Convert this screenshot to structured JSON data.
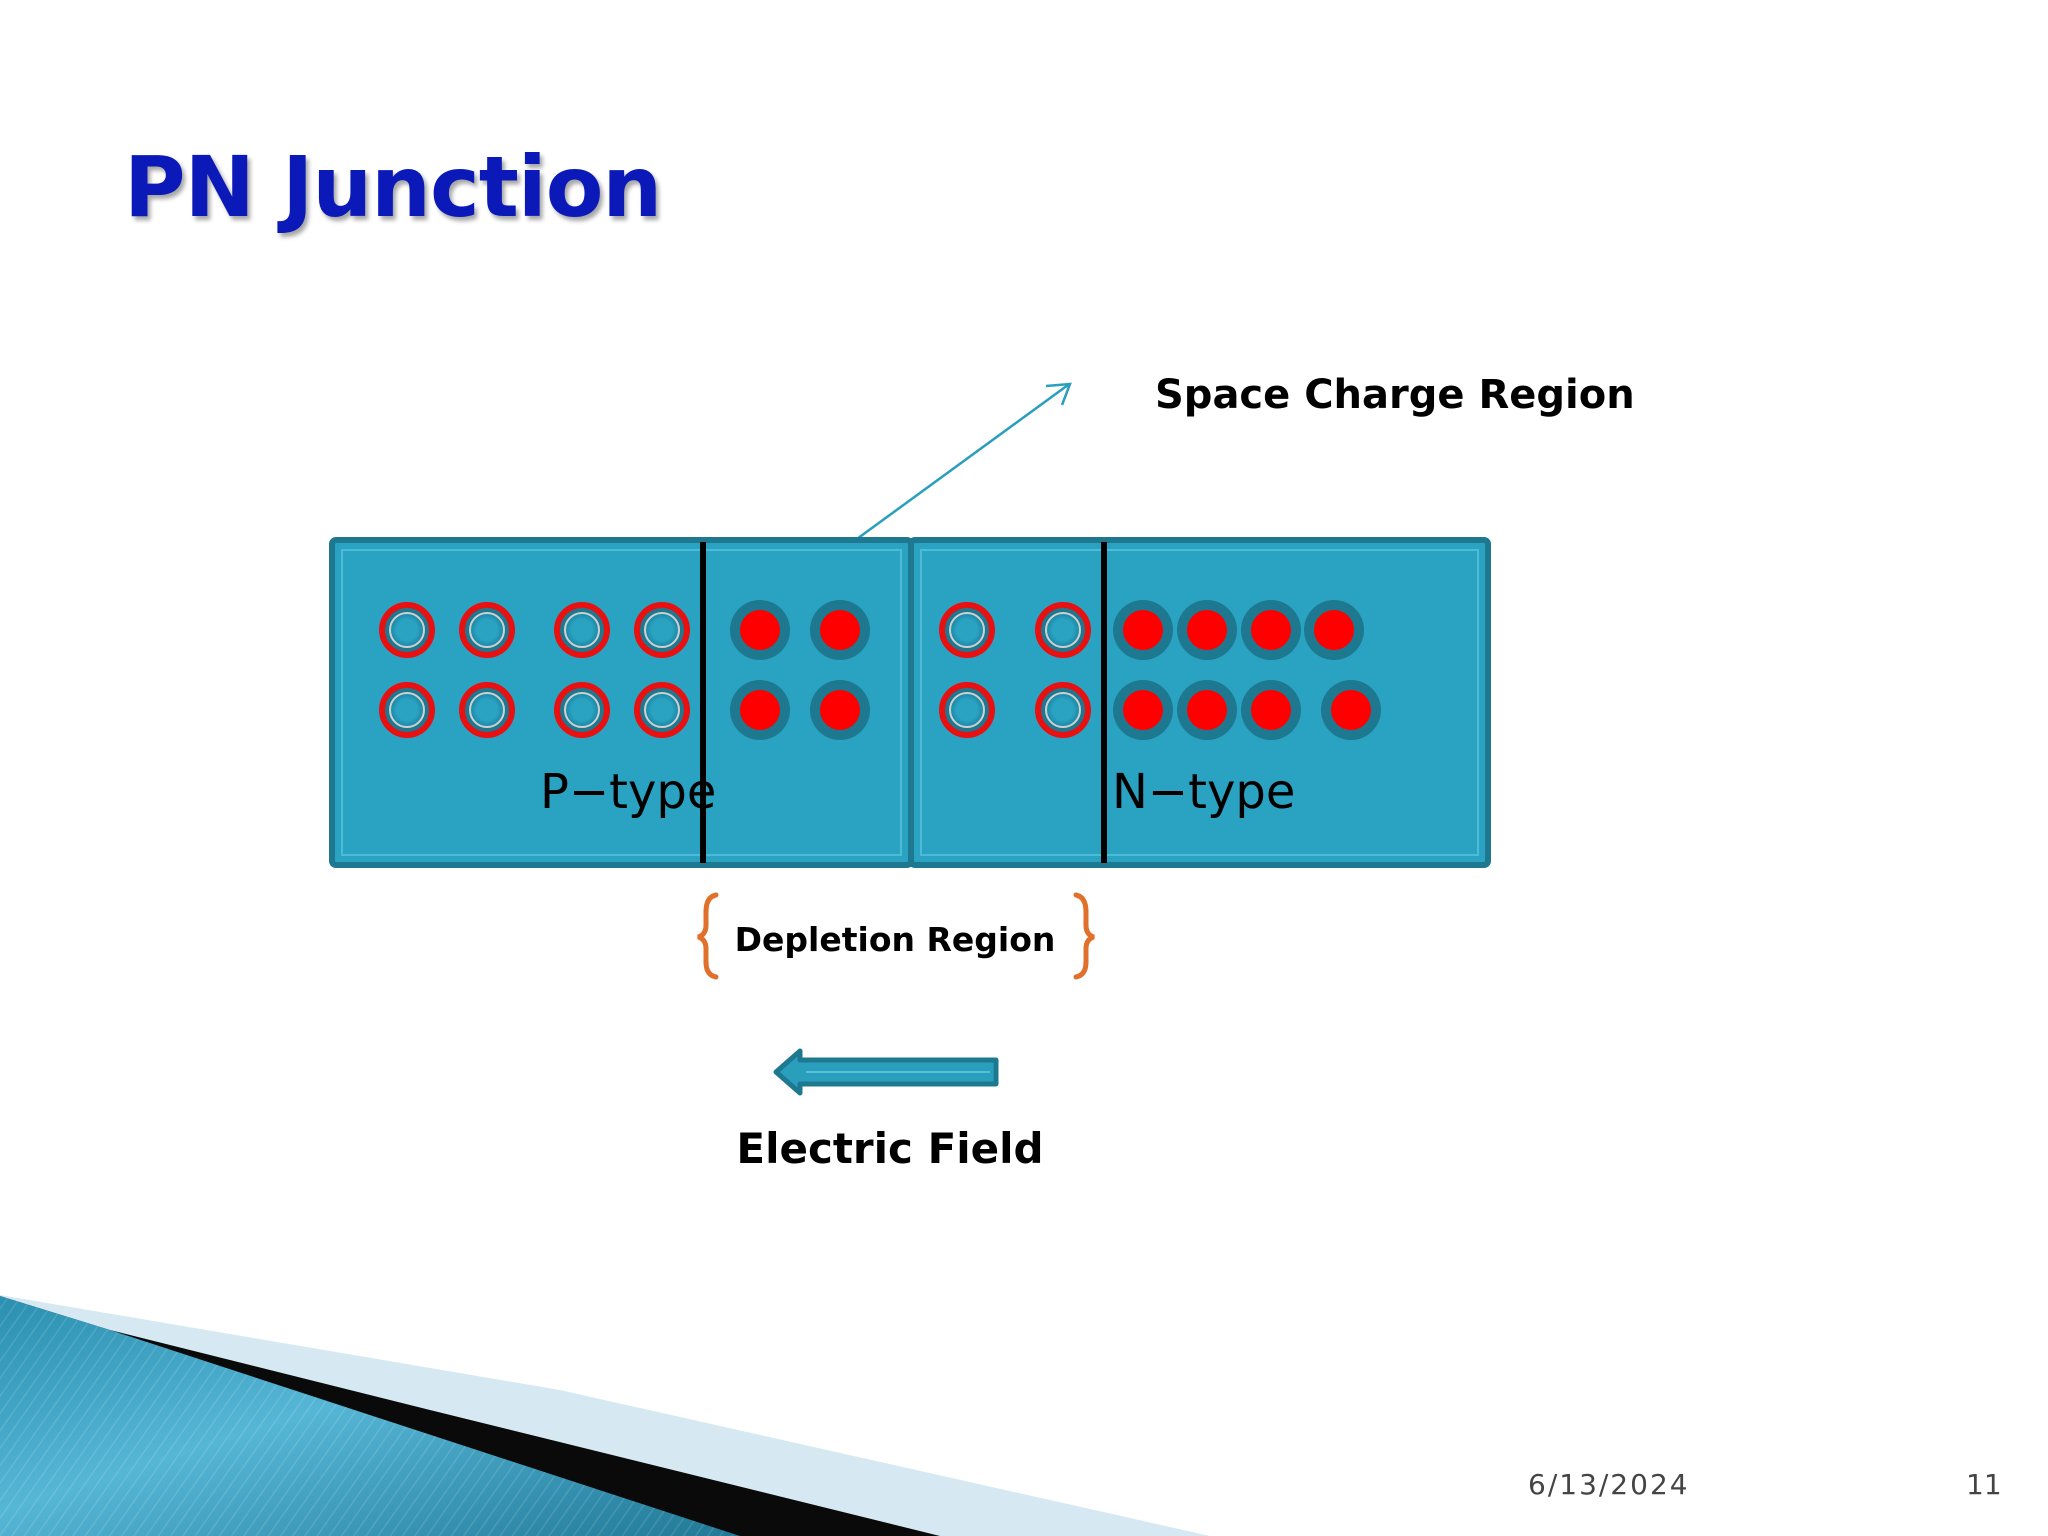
{
  "slide": {
    "title": "PN Junction",
    "date": "6/13/2024",
    "page_number": "11"
  },
  "diagram": {
    "labels": {
      "space_charge_region": "Space Charge Region",
      "p_type": "P−type",
      "n_type": "N−type",
      "depletion_region": "Depletion Region",
      "electric_field": "Electric Field"
    },
    "colors": {
      "block_fill": "#2aa3c2",
      "block_border": "#1d7890",
      "charge_red": "#ff0000",
      "charge_ring_red": "#e81010",
      "hole_fill": "#2a9fbd",
      "brace_orange": "#e0702a",
      "pointer_line": "#2a9fbd",
      "title_blue": "#0a19b8"
    }
  }
}
